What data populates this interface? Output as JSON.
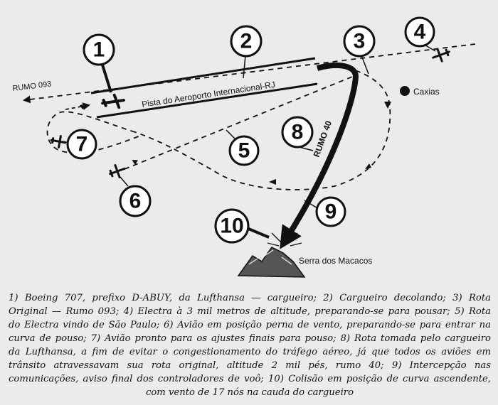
{
  "diagram": {
    "markers": [
      {
        "id": "1",
        "label": "1"
      },
      {
        "id": "2",
        "label": "2"
      },
      {
        "id": "3",
        "label": "3"
      },
      {
        "id": "4",
        "label": "4"
      },
      {
        "id": "5",
        "label": "5"
      },
      {
        "id": "6",
        "label": "6"
      },
      {
        "id": "7",
        "label": "7"
      },
      {
        "id": "8",
        "label": "8"
      },
      {
        "id": "9",
        "label": "9"
      },
      {
        "id": "10",
        "label": "10"
      }
    ],
    "runway_label": "Pista do Aeroporto Internacional-RJ",
    "route_label_west": "RUMO 093",
    "route_label_40": "RUMO 40",
    "city_label": "Caxias",
    "mountain_label": "Serra dos Macacos"
  },
  "caption": {
    "lines": [
      "1) Boeing 707, prefixo D-ABUY, da Lufthansa — cargueiro; 2) Cargueiro decolando; 3) Rota",
      "Original — Rumo 093; 4) Electra à 3 mil metros de altitude, preparando-se para pousar; 5) Rota",
      "do Electra vindo de São Paulo; 6) Avião em posição perna de vento, preparando-se para entrar na",
      "curva de pouso; 7) Avião pronto para os ajustes finais para pouso; 8) Rota tomada pelo cargueiro",
      "da Lufthansa, a fim de evitar o congestionamento do tráfego aéreo, já que todos os aviões em",
      "trânsito atravessavam sua rota original, altitude 2 mil pés, rumo 40; 9) Intercepção nas",
      "comunicações, aviso final dos controladores de voô; 10) Colisão em posição de curva ascendente,",
      "com vento de 17 nós na cauda do cargueiro"
    ]
  }
}
